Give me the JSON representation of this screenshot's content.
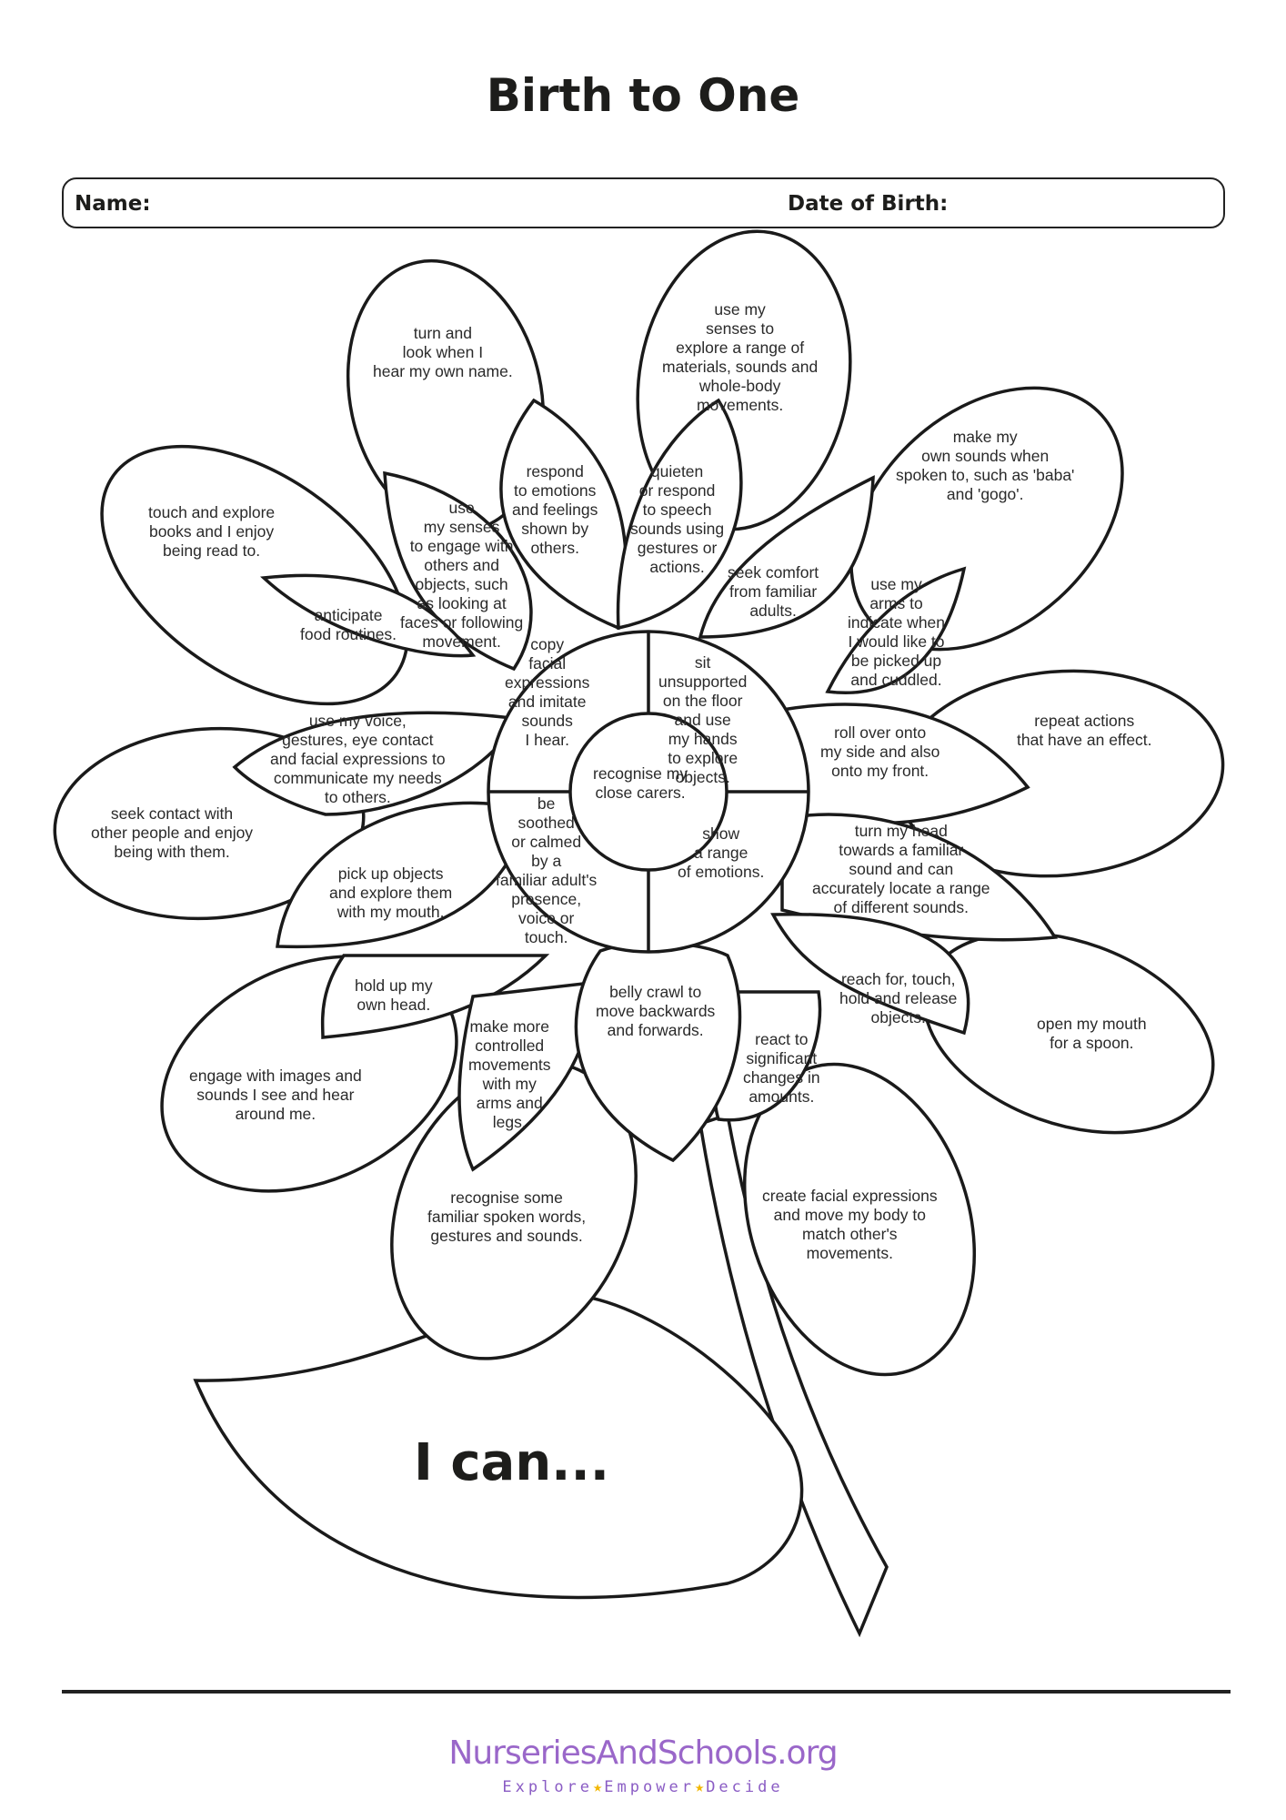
{
  "title": "Birth to One",
  "form": {
    "name_label": "Name:",
    "dob_label": "Date of Birth:"
  },
  "centre": "recognise my\nclose carers.",
  "ring": {
    "top_left": "copy\nfacial\nexpressions\nand imitate\nsounds\nI hear.",
    "top_right": "sit\nunsupported\non the floor\nand use\nmy hands\nto explore\nobjects.",
    "bottom_left": "be\nsoothed\nor calmed\nby a\nfamiliar adult's\npresence,\nvoice or\ntouch.",
    "bottom_right": "show\na range\nof emotions."
  },
  "petals": {
    "turn_look": "turn and\nlook when I\nhear my own name.",
    "use_senses_explore": "use my\nsenses to\nexplore a range of\nmaterials, sounds and\nwhole-body\nmovements.",
    "make_sounds": "make my\nown sounds when\nspoken to, such as 'baba'\nand 'gogo'.",
    "touch_books": "touch and explore\nbooks and I enjoy\nbeing read to.",
    "respond_emotions": "respond\nto emotions\nand feelings\nshown by\nothers.",
    "quieten": "quieten\nor respond\nto speech\nsounds using\ngestures or\nactions.",
    "use_senses_engage": "use\nmy senses\nto engage with\nothers and\nobjects, such\nas looking at\nfaces or following\nmovement.",
    "anticipate_food": "anticipate\nfood routines.",
    "seek_comfort": "seek comfort\nfrom familiar\nadults.",
    "use_arms": "use my\narms to\nindicate when\nI would like to\nbe picked up\nand cuddled.",
    "repeat_actions": "repeat actions\nthat have an effect.",
    "use_voice": "use my voice,\ngestures, eye contact\nand facial expressions to\ncommunicate my needs\nto others.",
    "roll_over": "roll over onto\nmy side and also\nonto my front.",
    "seek_contact": "seek contact with\nother people and enjoy\nbeing with them.",
    "pick_up": "pick up objects\nand explore them\nwith my mouth.",
    "turn_head": "turn my head\ntowards a familiar\nsound and can\naccurately locate a range\nof different sounds.",
    "hold_head": "hold up my\nown head.",
    "belly_crawl": "belly crawl to\nmove backwards\nand forwards.",
    "reach_for": "reach for, touch,\nhold and release\nobjects.",
    "open_mouth": "open my mouth\nfor a spoon.",
    "engage_images": "engage with images and\nsounds I see and hear\naround me.",
    "controlled_movements": "make more\ncontrolled\nmovements\nwith my\narms and\nlegs.",
    "react_changes": "react to\nsignificant\nchanges in\namounts.",
    "recognise_words": "recognise some\nfamiliar spoken words,\ngestures and sounds.",
    "facial_expressions": "create facial expressions\nand move my body to\nmatch other's\nmovements."
  },
  "leaf_label": "I can...",
  "footer": {
    "logo_name": "NurseriesAndSchools.org",
    "tag_words": [
      "Explore",
      "Empower",
      "Decide"
    ],
    "tag_star": "★",
    "logo_color": "#9a67c9",
    "star_color": "#f2b705"
  }
}
